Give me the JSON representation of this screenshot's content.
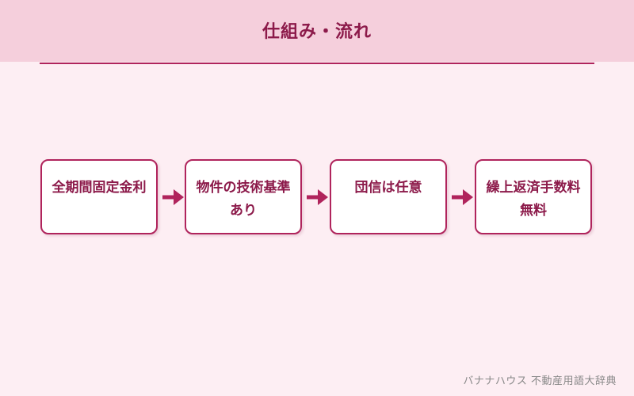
{
  "header": {
    "title": "仕組み・流れ"
  },
  "flow": {
    "steps": [
      {
        "label": "全期間固定金利"
      },
      {
        "label": "物件の技術基準あり"
      },
      {
        "label": "団信は任意"
      },
      {
        "label": "繰上返済手数料無料"
      }
    ],
    "accent_color": "#b0245c"
  },
  "footer": {
    "credit": "バナナハウス 不動産用語大辞典"
  }
}
